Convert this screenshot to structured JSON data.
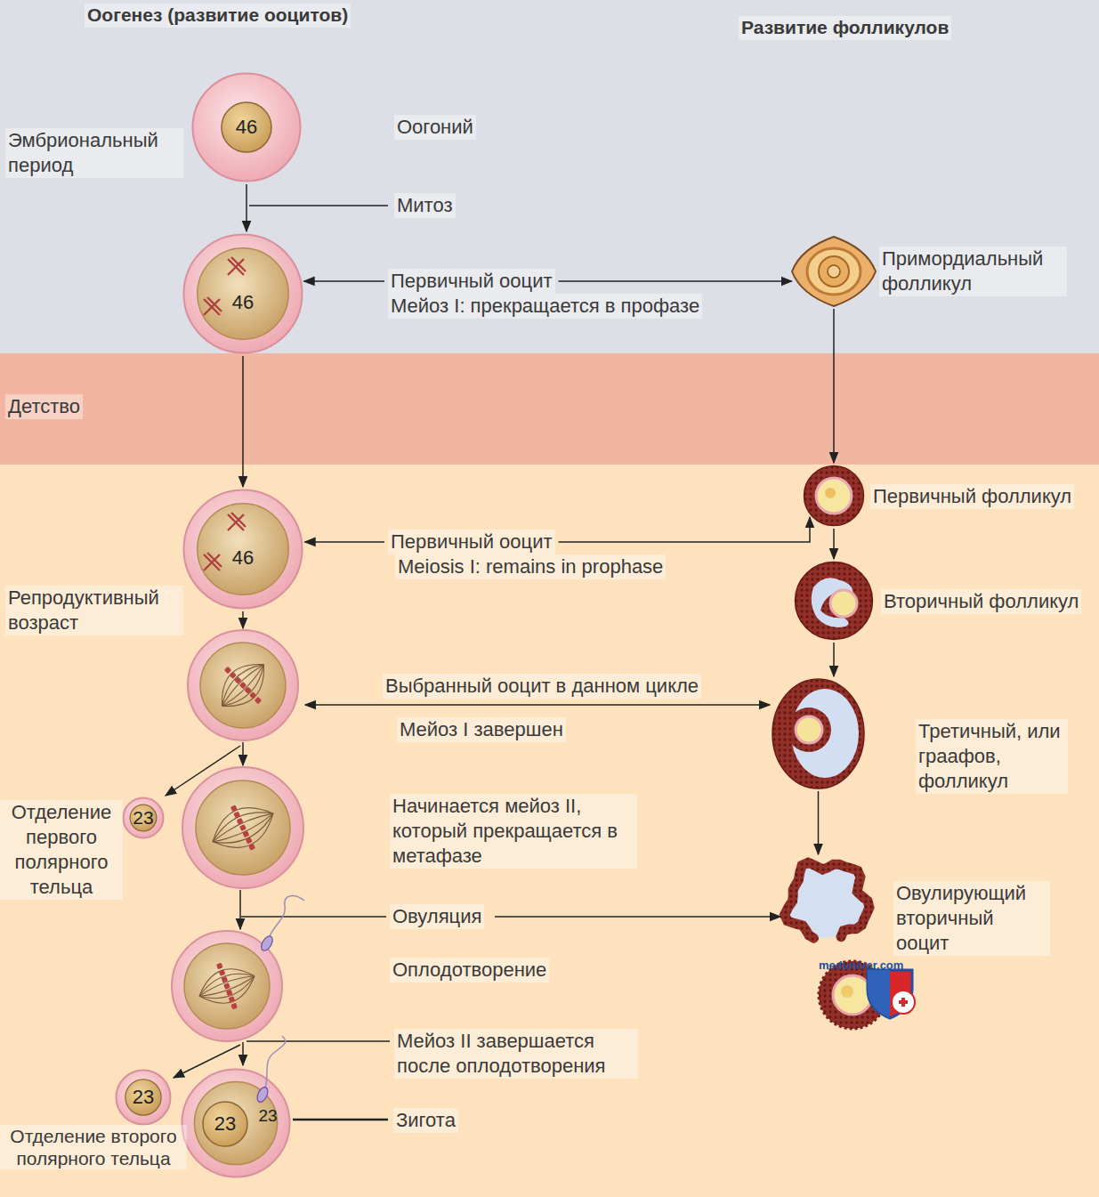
{
  "diagram": {
    "title": "Оогенез (развитие ооцитов)",
    "nodes": [
      {
        "text": [
          "Эмбриональный период"
        ]
      },
      {
        "text": [
          "46"
        ],
        "in": 0
      },
      {
        "text": [
          "46"
        ],
        "in": 0
      },
      {
        "text": [
          "Первичный ооцит",
          "Мейоз I: прекращается в профазе"
        ],
        "in": 0
      },
      {
        "text": [
          "Примордиальный фолликул"
        ],
        "in": 0
      },
      {
        "text": [
          "Детство"
        ]
      },
      {
        "text": [
          "Репродуктивный возраст"
        ]
      },
      {
        "text": [
          "46"
        ],
        "in": 6
      },
      {
        "text": [
          "Первичный ооцит",
          "Meiosis I: remains in prophase"
        ],
        "in": 6
      },
      {
        "text": [
          "Первичный фолликул"
        ],
        "in": 6
      },
      {
        "text": [
          "Вторичный фолликул"
        ],
        "in": 6
      },
      {
        "text": [
          "Третичный, или граафов, фолликул"
        ],
        "in": 6
      },
      {
        "text": [
          "Овулирующий вторичный ооцит"
        ],
        "in": 6
      },
      {
        "text": [
          "Отделение первого полярного тельца",
          "23"
        ],
        "in": 6
      },
      {
        "text": [
          "23",
          "23"
        ],
        "in": 6
      },
      {
        "text": [
          "23",
          "Отделение второго полярного тельца"
        ],
        "in": 6
      }
    ],
    "edges": [
      {
        "from": 1,
        "to": 2,
        "arrow": "to"
      },
      {
        "from": 3,
        "to": 2,
        "arrow": "to"
      },
      {
        "from": 3,
        "to": 4,
        "arrow": "to"
      },
      {
        "from": 2,
        "to": 7,
        "arrow": "to"
      },
      {
        "from": 4,
        "to": 9,
        "arrow": "to"
      },
      {
        "from": 8,
        "to": 7,
        "arrow": "to"
      },
      {
        "from": 8,
        "to": 9,
        "arrow": "to"
      },
      {
        "from": 9,
        "to": 10,
        "arrow": "to"
      },
      {
        "from": 10,
        "to": 11,
        "arrow": "to"
      },
      {
        "from": 11,
        "to": 12,
        "arrow": "to"
      }
    ],
    "labels": [
      "Развитие фолликулов",
      "Оогоний",
      "Митоз",
      "Выбранный ооцит в данном цикле",
      "Мейоз I завершен",
      "Начинается мейоз II, который прекращается в метафазе",
      "Овуляция",
      "Оплодотворение",
      "Мейоз II завершается после оплодотворения",
      "Зигота",
      "meduniver.com"
    ]
  }
}
